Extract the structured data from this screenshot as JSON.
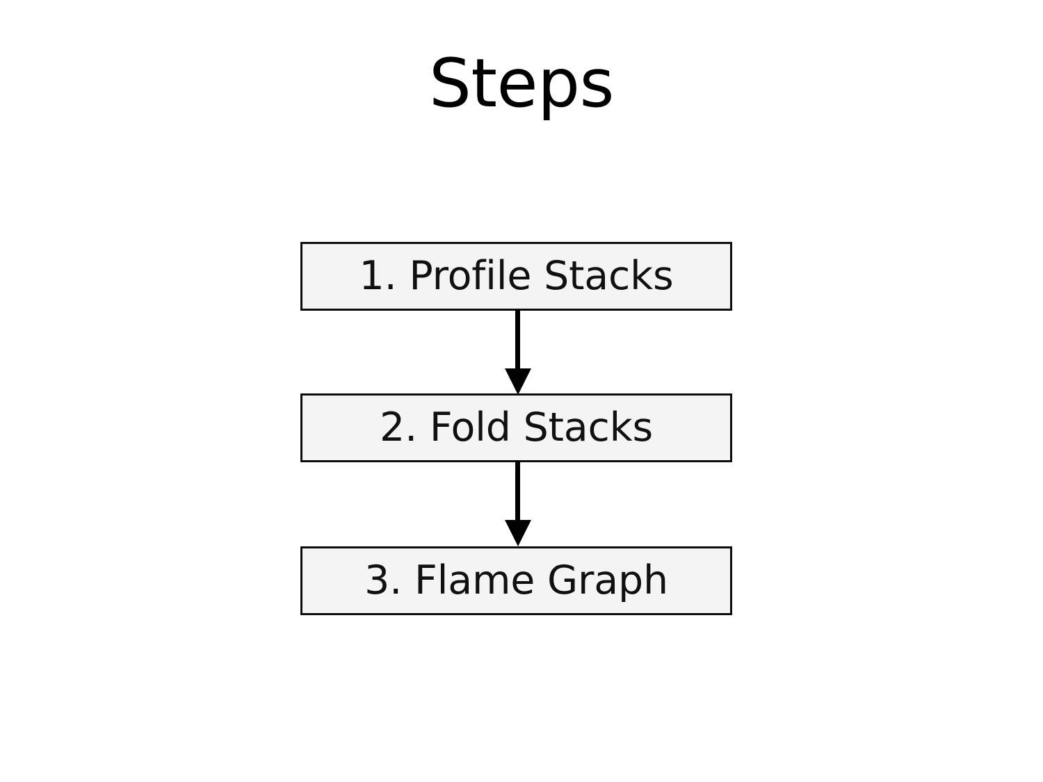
{
  "slide": {
    "title": "Steps",
    "background_color": "#ffffff"
  },
  "diagram": {
    "type": "flowchart",
    "orientation": "vertical",
    "box_fill_color": "#f4f4f4",
    "box_border_color": "#0d0d0d",
    "connector_color": "#000000",
    "steps": [
      {
        "id": "step-1",
        "label": "1. Profile Stacks"
      },
      {
        "id": "step-2",
        "label": "2. Fold Stacks"
      },
      {
        "id": "step-3",
        "label": "3. Flame Graph"
      }
    ],
    "connectors": [
      {
        "id": "connector-1",
        "from": "step-1",
        "to": "step-2",
        "icon": "arrow-down-icon"
      },
      {
        "id": "connector-2",
        "from": "step-2",
        "to": "step-3",
        "icon": "arrow-down-icon"
      }
    ]
  }
}
